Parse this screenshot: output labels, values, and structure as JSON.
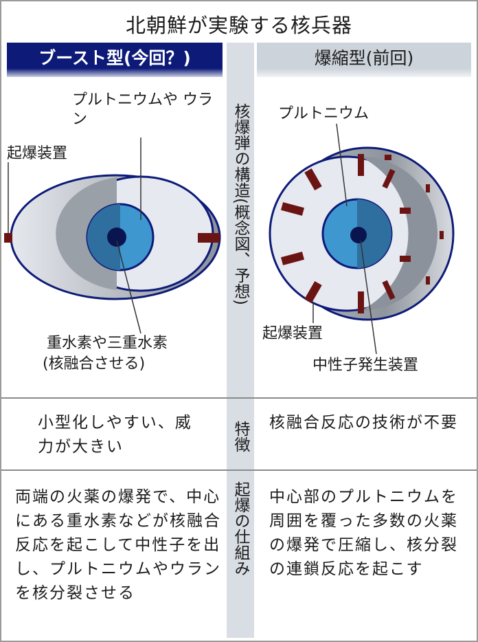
{
  "title": "北朝鮮が実験する核兵器",
  "columns": {
    "left": "ブースト型(今回？)",
    "right": "爆縮型(前回)"
  },
  "row_labels": {
    "structure": "核爆弾の構造(概念図、予想)",
    "feature": "特徴",
    "mechanism": "起爆の仕組み"
  },
  "boost": {
    "label_plutonium": "プルトニウムや ウラン",
    "label_detonator": "起爆装置",
    "label_fusion_1": "重水素や三重水素",
    "label_fusion_2": "(核融合させる)",
    "feature": "小型化しやすい、威力が大きい",
    "mechanism": "両端の火薬の爆発で、中心にある重水素などが核融合反応を起こして中性子を出し、プルトニウムやウランを核分裂させる"
  },
  "implosion": {
    "label_plutonium": "プルトニウム",
    "label_detonator": "起爆装置",
    "label_neutron": "中性子発生装置",
    "feature": "核融合反応の技術が不要",
    "mechanism": "中心部のプルトニウムを周囲を覆った多数の火薬の爆発で圧縮し、核分裂の連鎖反応を起こす"
  },
  "colors": {
    "navy": "#0d1a78",
    "core_blue": "#3f97cf",
    "detonator_red": "#6b1414"
  }
}
